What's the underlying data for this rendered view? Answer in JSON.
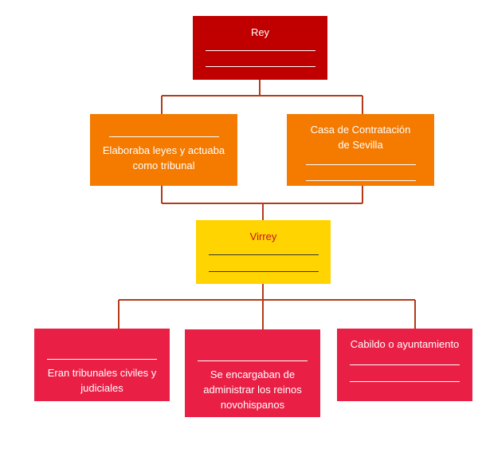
{
  "diagram": {
    "colors": {
      "connector": "#b33b1a",
      "rey": "#c00000",
      "tier2": "#f47a00",
      "virrey": "#ffd400",
      "virrey_text": "#c8102e",
      "tier4": "#ea1f45"
    },
    "nodes": {
      "rey": {
        "label": "Rey"
      },
      "consejo": {
        "label": "Elaboraba leyes y actuaba\ncomo tribunal"
      },
      "casa": {
        "label": "Casa de Contratación\nde Sevilla"
      },
      "virrey": {
        "label": "Virrey"
      },
      "audiencias": {
        "label": "Eran tribunales civiles y\njudiciales"
      },
      "gobernadores": {
        "label": "Se encargaban de\nadministrar los reinos\nnovohispanos"
      },
      "cabildo": {
        "label": "Cabildo o ayuntamiento"
      }
    }
  }
}
